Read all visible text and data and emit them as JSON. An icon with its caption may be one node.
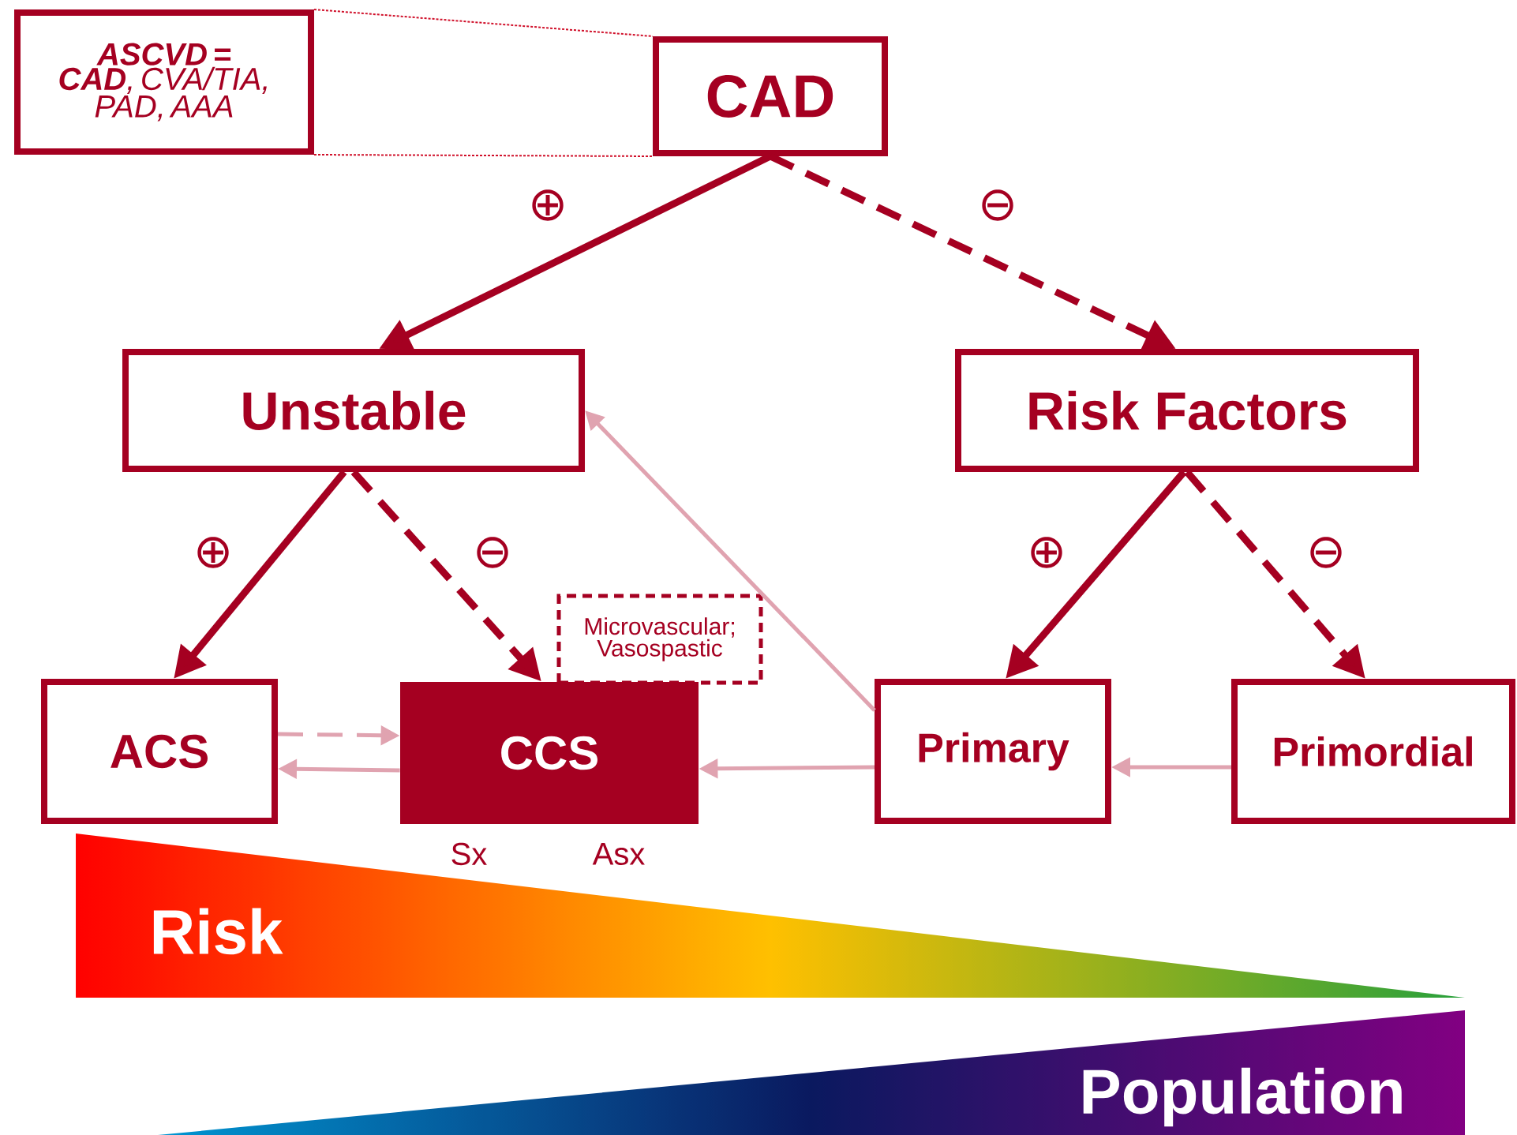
{
  "diagram": {
    "nodes": [
      {
        "text": [
          "**ASCVD = CAD**, CVA/TIA, PAD, AAA"
        ]
      },
      {
        "text": [
          "CAD"
        ]
      },
      {
        "text": [
          "Unstable"
        ]
      },
      {
        "text": [
          "Risk Factors"
        ]
      },
      {
        "text": [
          "Microvascular; Vasospastic"
        ]
      },
      {
        "text": [
          "ACS"
        ]
      },
      {
        "text": [
          "CCS"
        ],
        "beside": [
          "Sx",
          "Asx"
        ]
      },
      {
        "text": [
          "Primary"
        ]
      },
      {
        "text": [
          "Primordial"
        ]
      },
      {
        "text": [
          "Risk"
        ]
      },
      {
        "text": [
          "Population"
        ]
      }
    ],
    "edges": [
      {
        "from": 0,
        "to": 1,
        "arrow": "none",
        "style": "dashed",
        "color": "#d0102a"
      },
      {
        "from": 0,
        "to": 1,
        "arrow": "none",
        "style": "dashed",
        "color": "#d0102a"
      },
      {
        "from": 1,
        "to": 2,
        "arrow": "to",
        "style": "thick",
        "label": "⊕"
      },
      {
        "from": 1,
        "to": 3,
        "arrow": "to",
        "style": "dashed",
        "label": "⊖"
      },
      {
        "from": 2,
        "to": 5,
        "arrow": "to",
        "style": "thick",
        "label": "⊕"
      },
      {
        "from": 2,
        "to": 6,
        "arrow": "to",
        "style": "dashed",
        "label": "⊖"
      },
      {
        "from": 3,
        "to": 7,
        "arrow": "to",
        "style": "thick",
        "label": "⊕"
      },
      {
        "from": 3,
        "to": 8,
        "arrow": "to",
        "style": "dashed",
        "label": "⊖"
      },
      {
        "from": 5,
        "to": 6,
        "arrow": "to",
        "style": "dashed",
        "color": "#e0a3b0"
      },
      {
        "from": 6,
        "to": 5,
        "arrow": "to",
        "color": "#e0a3b0"
      },
      {
        "from": 7,
        "to": 6,
        "arrow": "to",
        "color": "#e0a3b0"
      },
      {
        "from": 8,
        "to": 7,
        "arrow": "to",
        "color": "#e0a3b0"
      },
      {
        "from": 7,
        "to": 2,
        "arrow": "to",
        "color": "#e0a3b0"
      }
    ]
  }
}
